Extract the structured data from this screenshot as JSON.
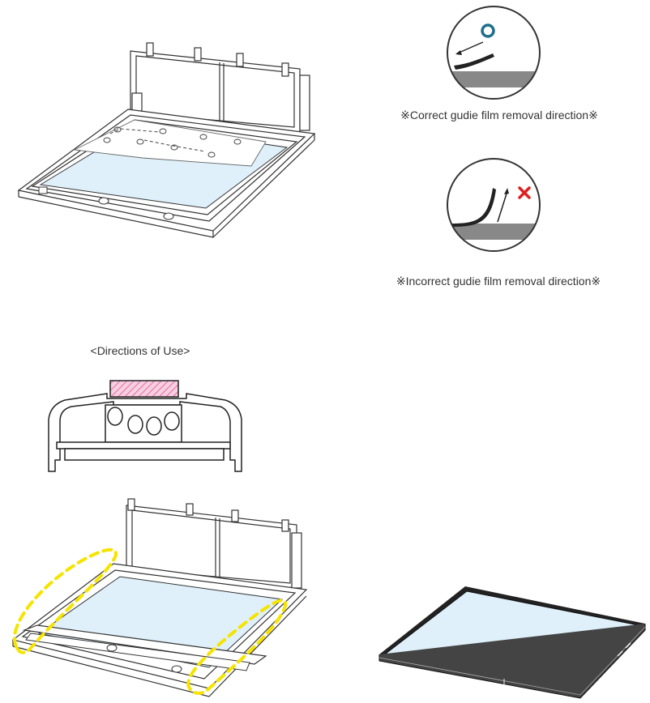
{
  "captions": {
    "correct": "※Correct gudie film removal direction※",
    "incorrect": "※Incorrect gudie film removal direction※",
    "directions_title": "<Directions of Use>"
  },
  "colors": {
    "ok_accent": "#1f6f8b",
    "bad_accent": "#e02020",
    "screen_fill": "#dff0fa",
    "highlight_dash": "#f5e400",
    "hatch": "#e0498f"
  },
  "icons": [
    "circle-ok-icon",
    "x-mark-icon"
  ]
}
